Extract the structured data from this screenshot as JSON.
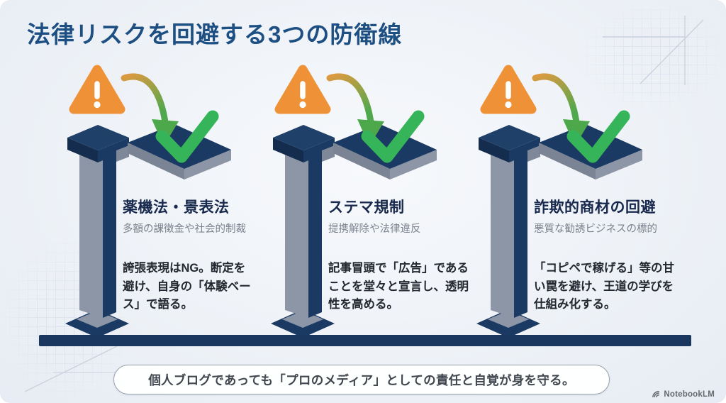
{
  "title": "法律リスクを回避する3つの防衛線",
  "columns": [
    {
      "heading": "薬機法・景表法",
      "subheading": "多額の課徴金や社会的制裁",
      "body": "誇張表現はNG。断定を避け、自身の「体験ベース」で語る。"
    },
    {
      "heading": "ステマ規制",
      "subheading": "提携解除や法律違反",
      "body": "記事冒頭で「広告」であることを堂々と宣言し、透明性を高める。"
    },
    {
      "heading": "詐欺的商材の回避",
      "subheading": "悪質な勧誘ビジネスの標的",
      "body": "「コピペで稼げる」等の甘い罠を避け、王道の学びを仕組み化する。"
    }
  ],
  "footer_banner": "個人ブログであっても「プロのメディア」としての責任と自覚が身を守る。",
  "watermark": "NotebookLM",
  "icons": {
    "warning": "warning-triangle-exclamation",
    "transition": "curved-arrow-down-right",
    "success": "green-checkmark",
    "barrier": "isometric-signpost-barrier"
  },
  "colors": {
    "title_blue": "#1d4f82",
    "navy": "#1b3a63",
    "pillar_gray": "#8d96a6",
    "warning_orange": "#ef9237",
    "check_green": "#36b459",
    "background": "#eef2f7",
    "body_text": "#23272f",
    "subtext_gray": "#7b828d"
  }
}
